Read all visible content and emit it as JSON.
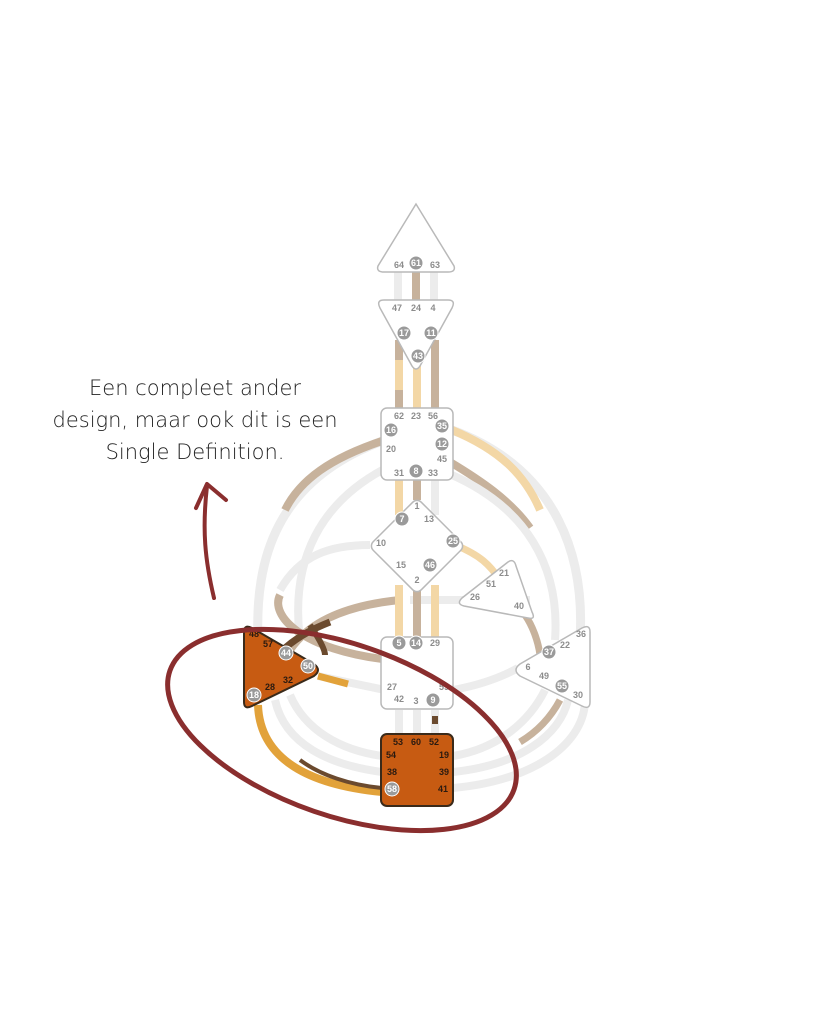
{
  "annotation": {
    "lines": [
      "Een compleet ander",
      "design, maar ook dit is een",
      "Single Definition."
    ],
    "color": "#8a2e2e"
  },
  "colors": {
    "defined_center_fill": "#c75b12",
    "defined_center_stroke": "#3a2a1a",
    "undefined_center_stroke": "#b9b9b9",
    "channel_base": "#ececec",
    "channel_tan": "#c7b29c",
    "channel_gold": "#f3d7a6",
    "channel_orange": "#e2a23a",
    "channel_dark": "#6b4a2e",
    "gate_badge": "#9a9a9a",
    "gate_text": "#8c8c8c",
    "defined_gate_text": "#2a1a10"
  },
  "centers": {
    "head": {
      "gates": [
        "64",
        "61",
        "63"
      ],
      "defined": false
    },
    "ajna": {
      "gates": [
        "47",
        "24",
        "4",
        "17",
        "11",
        "43"
      ],
      "defined": false
    },
    "throat": {
      "gates": [
        "62",
        "23",
        "56",
        "16",
        "35",
        "20",
        "12",
        "45",
        "31",
        "8",
        "33"
      ],
      "defined": false
    },
    "g": {
      "gates": [
        "1",
        "7",
        "13",
        "10",
        "25",
        "15",
        "46",
        "2"
      ],
      "defined": false
    },
    "heart": {
      "gates": [
        "21",
        "51",
        "26",
        "40"
      ],
      "defined": false
    },
    "spleen": {
      "gates": [
        "48",
        "57",
        "44",
        "50",
        "32",
        "28",
        "18"
      ],
      "defined": true
    },
    "sacral": {
      "gates": [
        "5",
        "14",
        "29",
        "27",
        "42",
        "3",
        "9",
        "59"
      ],
      "defined": false
    },
    "solar_plexus": {
      "gates": [
        "36",
        "22",
        "37",
        "6",
        "49",
        "55",
        "30"
      ],
      "defined": false
    },
    "root": {
      "gates": [
        "53",
        "60",
        "52",
        "54",
        "19",
        "38",
        "39",
        "58",
        "41"
      ],
      "defined": true
    }
  }
}
